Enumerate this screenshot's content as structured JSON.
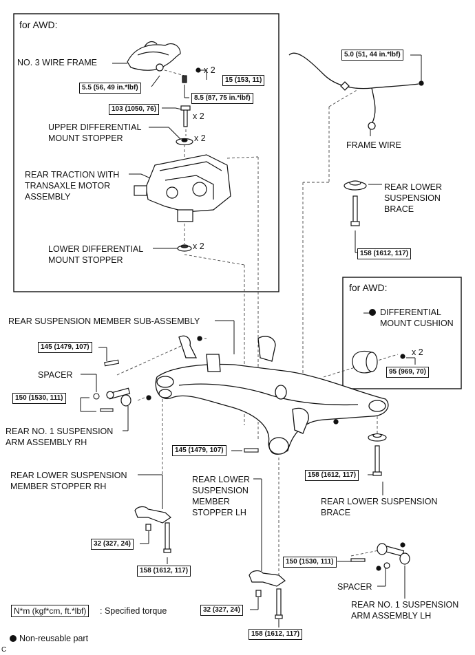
{
  "awd_top": {
    "heading": "for AWD:",
    "wire_frame": "NO. 3 WIRE FRAME",
    "upper_stopper": "UPPER DIFFERENTIAL\nMOUNT STOPPER",
    "motor": "REAR TRACTION WITH\nTRANSAXLE MOTOR\nASSEMBLY",
    "lower_stopper": "LOWER DIFFERENTIAL\nMOUNT STOPPER"
  },
  "awd_cushion": {
    "heading": "for AWD:",
    "cushion": "DIFFERENTIAL\nMOUNT CUSHION"
  },
  "labels": {
    "frame_wire": "FRAME WIRE",
    "brace_upper": "REAR LOWER\nSUSPENSION\nBRACE",
    "member": "REAR SUSPENSION MEMBER SUB-ASSEMBLY",
    "spacer_rh": "SPACER",
    "arm_rh": "REAR NO. 1 SUSPENSION\nARM ASSEMBLY RH",
    "stopper_rh": "REAR LOWER SUSPENSION\nMEMBER STOPPER RH",
    "stopper_lh": "REAR LOWER\nSUSPENSION\nMEMBER\nSTOPPER LH",
    "brace_lower": "REAR LOWER SUSPENSION\nBRACE",
    "spacer_lh": "SPACER",
    "arm_lh": "REAR NO. 1 SUSPENSION\nARM ASSEMBLY LH"
  },
  "torques": {
    "t_wire_55": "5.5 (56, 49 in.*lbf)",
    "t_wire_15": "15 (153, 11)",
    "t_wire_85": "8.5 (87, 75 in.*lbf)",
    "t_103": "103 (1050, 76)",
    "t_frame_50": "5.0 (51, 44 in.*lbf)",
    "t_brace_158_upper": "158 (1612, 117)",
    "t_95": "95 (969, 70)",
    "t_145_upper": "145 (1479, 107)",
    "t_150_rh": "150 (1530, 111)",
    "t_145_lower": "145 (1479, 107)",
    "t_brace_158_lower": "158 (1612, 117)",
    "t_32_rh": "32 (327, 24)",
    "t_158_rh": "158 (1612, 117)",
    "t_150_lh": "150 (1530, 111)",
    "t_32_lh": "32 (327, 24)",
    "t_158_lh": "158 (1612, 117)"
  },
  "multipliers": {
    "x2_a": "x 2",
    "x2_b": "x 2",
    "x2_c": "x 2",
    "x2_d": "x 2",
    "x2_e": "x 2"
  },
  "legend": {
    "torque_box": "N*m (kgf*cm, ft.*lbf)",
    "torque_text": ": Specified torque",
    "nonreusable": "Non-reusable part"
  },
  "corner_code": "C"
}
